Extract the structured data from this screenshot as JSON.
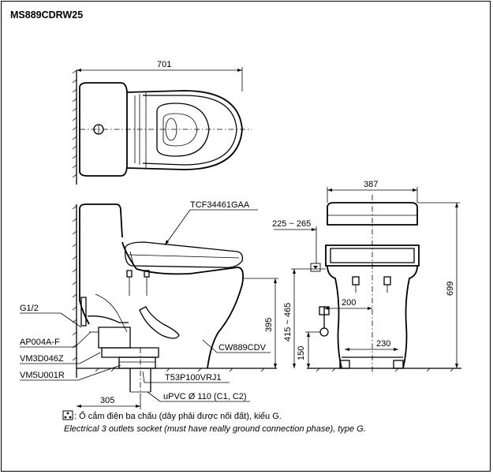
{
  "model_code": "MS889CDRW25",
  "dimensions": {
    "overall_length": "701",
    "width": "387",
    "rough_in_range": "225 ~ 265",
    "seat_height": "395",
    "rim_height_range": "415 ~ 465",
    "socket_height": "150",
    "wall_distance": "305",
    "inlet_offset": "200",
    "outlet_spacing": "230",
    "total_height": "699"
  },
  "parts": {
    "seat": "TCF34461GAA",
    "thread": "G1/2",
    "angle_valve": "AP004A-F",
    "hose": "VM3D046Z",
    "flange": "VM5U001R",
    "bowl": "CW889CDV",
    "adaptor": "T53P100VRJ1",
    "drain_pipe": "uPVC Ø 110 (C1, C2)"
  },
  "notes": {
    "socket_icon": "power-socket-icon",
    "vietnamese": ": Ổ cắm điện ba chấu (dây phải được nối đất), kiểu G.",
    "english": "Electrical 3 outlets socket (must have really ground connection phase), type G."
  }
}
